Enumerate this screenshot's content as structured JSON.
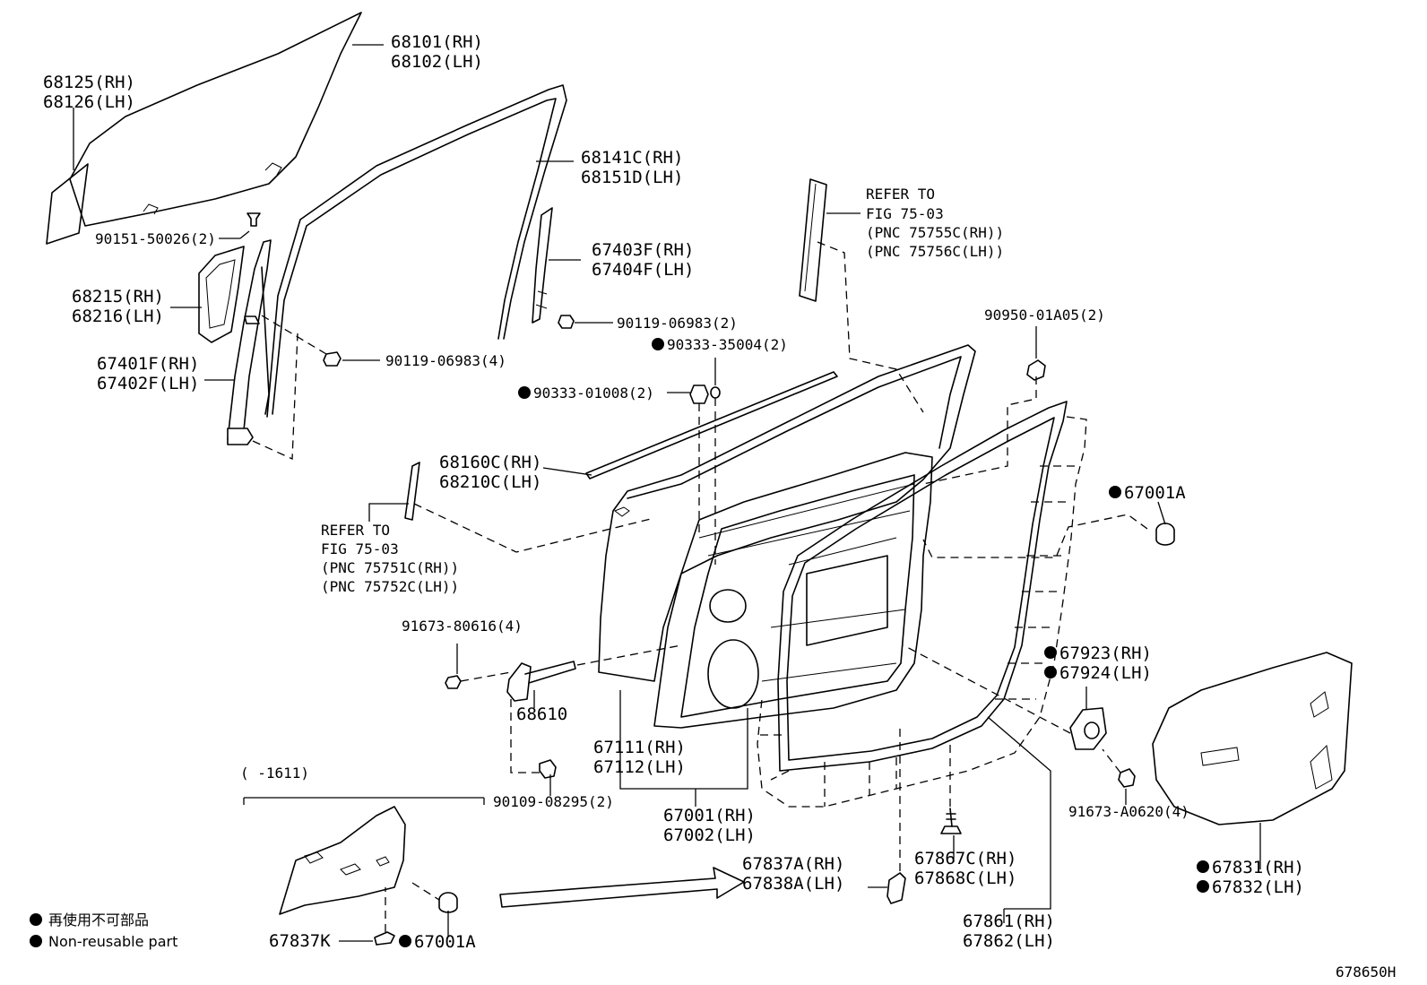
{
  "labels": {
    "glass": [
      "68101(RH)",
      "68102(LH)"
    ],
    "glass_filler": [
      "68125(RH)",
      "68126(LH)"
    ],
    "run_channel": [
      "68141C(RH)",
      "68151D(LH)"
    ],
    "rear_channel": [
      "67403F(RH)",
      "67404F(LH)"
    ],
    "screw_90151": "90151-50026(2)",
    "screw_90119_a": "90119-06983(2)",
    "screw_90119_b": "90119-06983(4)",
    "panel_68215": [
      "68215(RH)",
      "68216(LH)"
    ],
    "front_channel": [
      "67401F(RH)",
      "67402F(LH)"
    ],
    "clip_90333_35004": "90333-35004(2)",
    "clip_90333_01008": "90333-01008(2)",
    "refer_top": [
      "REFER TO",
      "FIG 75-03",
      "(PNC 75755C(RH))",
      "(PNC 75756C(LH))"
    ],
    "grommet_90950": "90950-01A05(2)",
    "weatherstrip_68160": [
      "68160C(RH)",
      "68210C(LH)"
    ],
    "refer_left": [
      "REFER TO",
      "FIG 75-03",
      "(PNC 75751C(RH))",
      "(PNC 75752C(LH))"
    ],
    "plug_67001a_right": "67001A",
    "bolt_91673_80616": "91673-80616(4)",
    "check_68610": "68610",
    "outer_panel": [
      "67111(RH)",
      "67112(LH)"
    ],
    "bolt_90109": "90109-08295(2)",
    "door_assy": [
      "67001(RH)",
      "67002(LH)"
    ],
    "cover_67923": [
      "67923(RH)",
      "67924(LH)"
    ],
    "bolt_91673_a0620": "91673-A0620(4)",
    "service_hole_cover": [
      "67831(RH)",
      "67832(LH)"
    ],
    "clip_67837a": [
      "67837A(RH)",
      "67838A(LH)"
    ],
    "clip_67867c": [
      "67867C(RH)",
      "67868C(LH)"
    ],
    "weatherstrip_67861": [
      "67861(RH)",
      "67862(LH)"
    ],
    "inset_range": "(     -1611)",
    "inset_67837k": "67837K",
    "plug_67001a_inset": "67001A",
    "figure_code": "678650H"
  },
  "legend": {
    "line1": "再使用不可部品",
    "line2": "Non-reusable part"
  }
}
